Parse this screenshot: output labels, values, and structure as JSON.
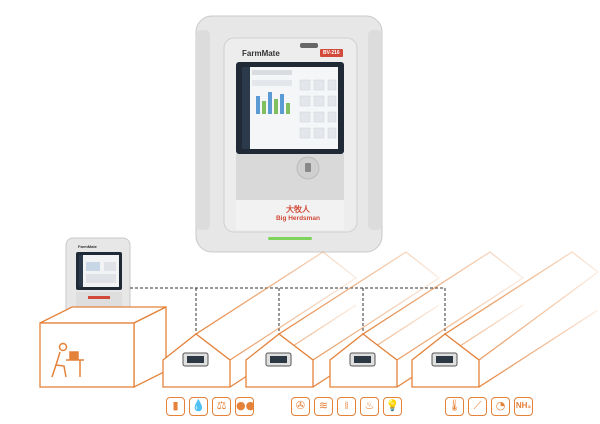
{
  "device": {
    "brand": "FarmMate",
    "model_badge": "BV-216",
    "logo_cn": "大牧人",
    "logo_en": "Big Herdsman"
  },
  "mini_device": {
    "brand": "FarmMate"
  },
  "colors": {
    "accent": "#e4823a",
    "housing": "#e7e7e7",
    "panel": "#d9d9d9",
    "screen": "#1f2a36",
    "dash_line": "#333333",
    "led": "#7ed35a"
  },
  "sensors_group1": [
    {
      "icon": "feed-icon",
      "glyph": "▮"
    },
    {
      "icon": "water-icon",
      "glyph": "💧"
    },
    {
      "icon": "scale-icon",
      "glyph": "⚖"
    },
    {
      "icon": "egg-counter-icon",
      "glyph": "●●●"
    }
  ],
  "sensors_group2": [
    {
      "icon": "fan-icon",
      "glyph": "✇"
    },
    {
      "icon": "inlet-icon",
      "glyph": "≋"
    },
    {
      "icon": "curtain-icon",
      "glyph": "⧚"
    },
    {
      "icon": "heater-icon",
      "glyph": "♨"
    },
    {
      "icon": "light-icon",
      "glyph": "💡"
    }
  ],
  "sensors_group3": [
    {
      "icon": "thermometer-icon",
      "glyph": "🌡"
    },
    {
      "icon": "probe-icon",
      "glyph": "⟋"
    },
    {
      "icon": "pressure-icon",
      "glyph": "◔"
    },
    {
      "icon": "nh3-icon",
      "label": "NH₃"
    }
  ]
}
